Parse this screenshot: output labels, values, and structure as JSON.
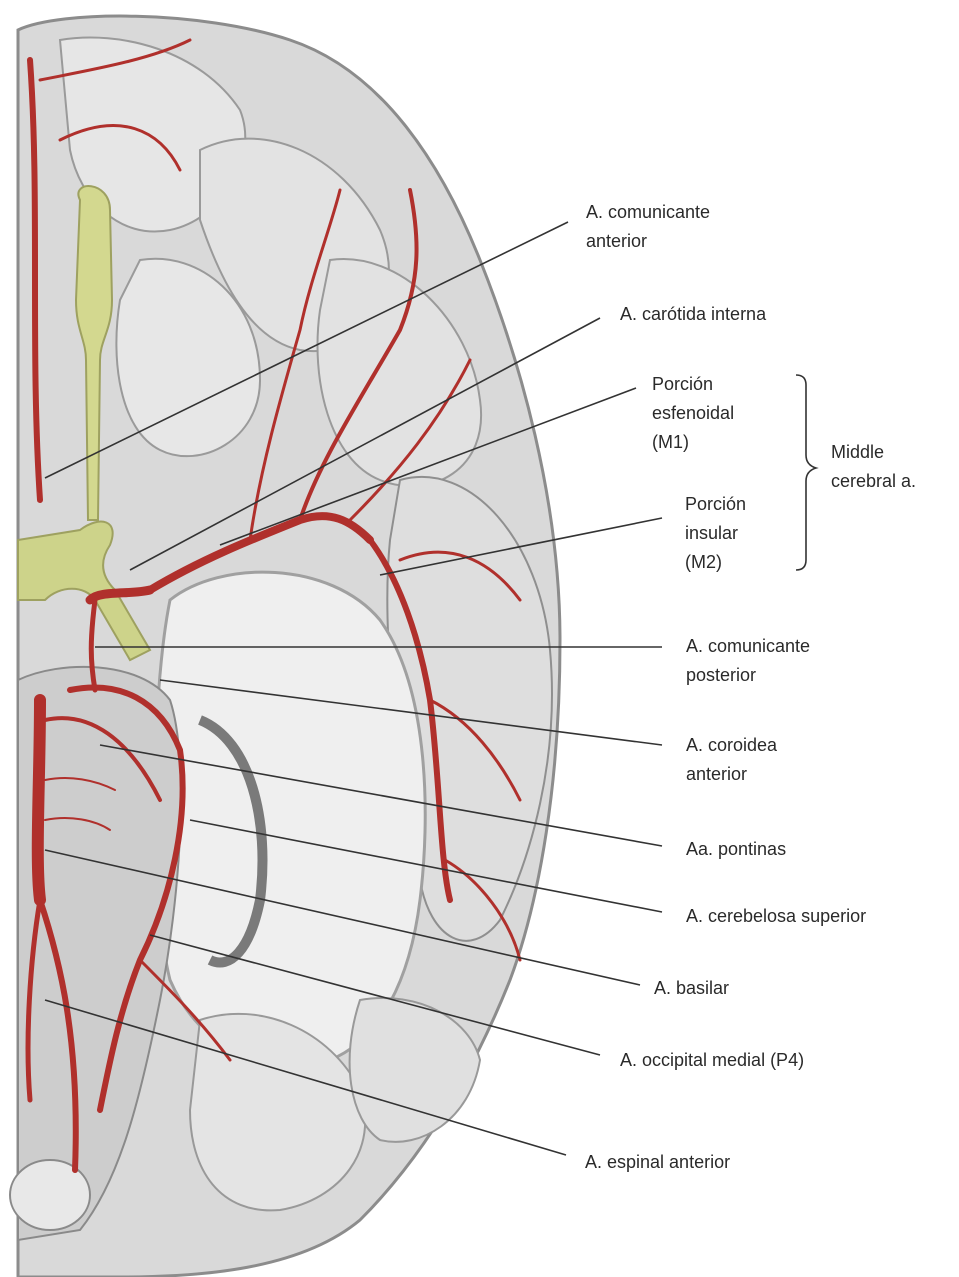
{
  "labels": {
    "comunicante_anterior": "A. comunicante\nanterior",
    "carotida_interna": "A. carótida interna",
    "porcion_esfenoidal": "Porción\nesfenoidal\n(M1)",
    "middle_cerebral": "Middle\ncerebral a.",
    "porcion_insular": "Porción\ninsular\n(M2)",
    "comunicante_posterior": "A. comunicante\nposterior",
    "coroidea_anterior": "A. coroidea\nanterior",
    "pontinas": "Aa. pontinas",
    "cerebelosa_superior": "A. cerebelosa superior",
    "basilar": "A. basilar",
    "occipital_medial": "A. occipital medial (P4)",
    "espinal_anterior": "A. espinal anterior"
  },
  "colors": {
    "brain_gray": "#d6d6d6",
    "brain_light": "#e8e8e8",
    "cortex_shadow": "#a9a9a9",
    "artery_red": "#b0302c",
    "optic_yellow": "#cfd58c",
    "leader_line": "#333333",
    "text": "#2a2a2a"
  }
}
